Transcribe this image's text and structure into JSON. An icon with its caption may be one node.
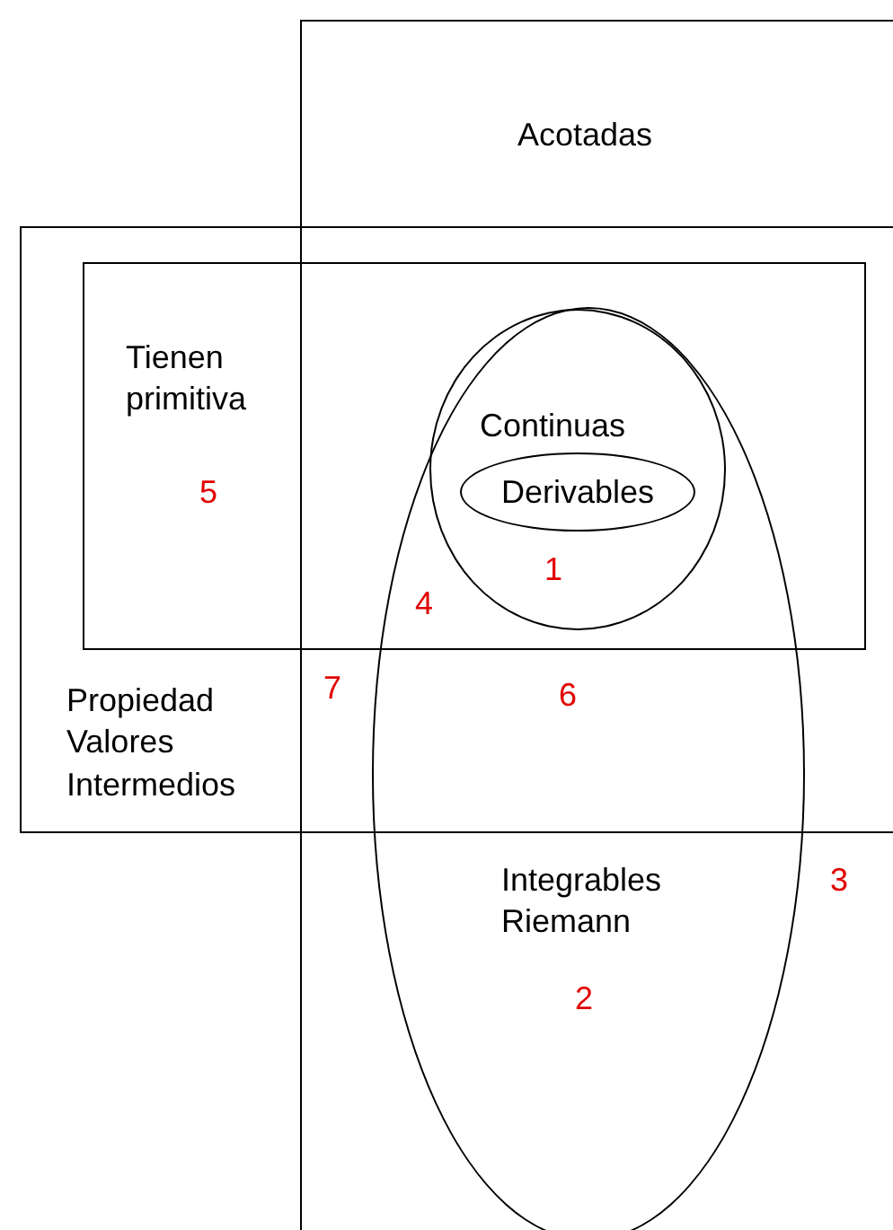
{
  "diagram": {
    "nodes": [
      {
        "text": [
          "Acotadas"
        ]
      },
      {
        "text": [
          "Propiedad Valores Intermedios"
        ]
      },
      {
        "text": [
          "Tienen primitiva"
        ],
        "in": 1
      },
      {
        "text": [
          "Integrables Riemann"
        ],
        "in": 0
      },
      {
        "text": [
          "Continuas"
        ]
      },
      {
        "text": [
          "Derivables"
        ],
        "in": 4
      }
    ],
    "edges": [],
    "labels": [
      "5",
      "1",
      "4",
      "7",
      "6",
      "3",
      "2"
    ]
  }
}
